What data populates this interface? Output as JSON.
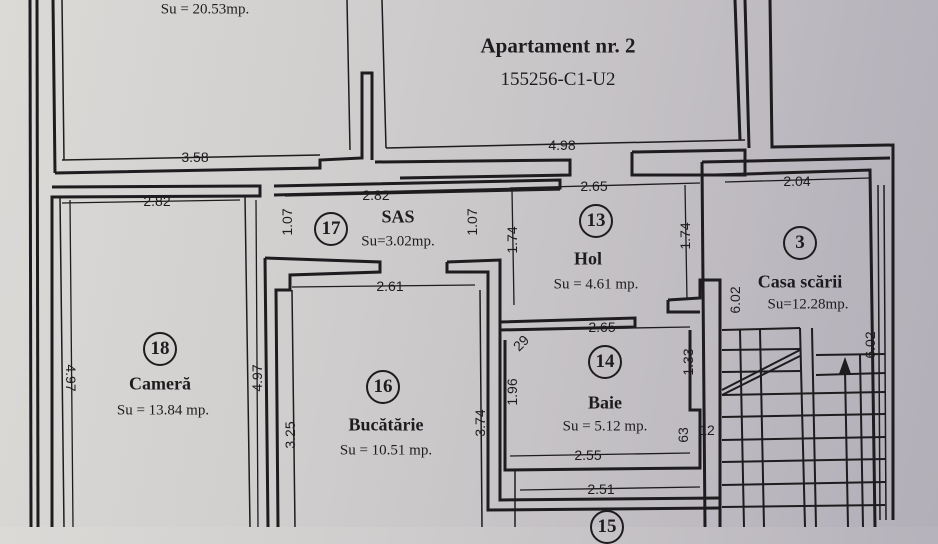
{
  "header": {
    "title": "Apartament nr. 2",
    "code": "155256-C1-U2",
    "top_area": "Su = 20.53mp."
  },
  "rooms": [
    {
      "number": "17",
      "name": "SAS",
      "area": "Su=3.02mp."
    },
    {
      "number": "13",
      "name": "Hol",
      "area": "Su = 4.61 mp."
    },
    {
      "number": "3",
      "name": "Casa scării",
      "area": "Su=12.28mp."
    },
    {
      "number": "14",
      "name": "Baie",
      "area": "Su = 5.12 mp."
    },
    {
      "number": "18",
      "name": "Cameră",
      "area": "Su = 13.84 mp."
    },
    {
      "number": "16",
      "name": "Bucătărie",
      "area": "Su = 10.51 mp."
    },
    {
      "number": "15"
    }
  ],
  "dimensions": {
    "d358": "3.58",
    "d498": "4.98",
    "d282a": "2.82",
    "d282b": "2.82",
    "d265a": "2.65",
    "d204": "2.04",
    "d107a": "1.07",
    "d107b": "1.07",
    "d174a": "1.74",
    "d174b": "1.74",
    "d261": "2.61",
    "d265b": "2.65",
    "d29": "29",
    "d196": "1.96",
    "d133": "1.33",
    "d63": "63",
    "d12": "12",
    "d255": "2.55",
    "d251": "2.51",
    "d374": "3.74",
    "d497a": "4.97",
    "d497b": "4.97",
    "d325": "3.25",
    "d602a": "6.02",
    "d602b": "6.02"
  }
}
